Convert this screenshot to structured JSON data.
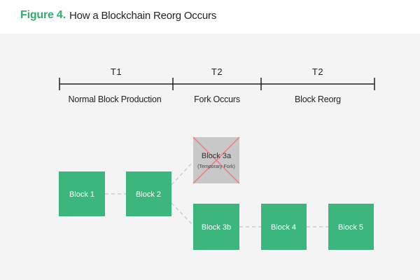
{
  "figure": {
    "label": "Figure 4.",
    "title": "How a Blockchain Reorg Occurs"
  },
  "timeline": {
    "phases": [
      {
        "name": "T1",
        "description": "Normal Block Production"
      },
      {
        "name": "T2",
        "description": "Fork Occurs"
      },
      {
        "name": "T2",
        "description": "Block Reorg"
      }
    ]
  },
  "blocks": {
    "b1": {
      "label": "Block 1"
    },
    "b2": {
      "label": "Block 2"
    },
    "b3a": {
      "label": "Block 3a",
      "note": "(Temporary Fork)"
    },
    "b3b": {
      "label": "Block 3b"
    },
    "b4": {
      "label": "Block 4"
    },
    "b5": {
      "label": "Block 5"
    }
  },
  "colors": {
    "accent": "#2fae6e",
    "block_fill": "#3bb77e",
    "orphan_fill": "#c8c8c8",
    "orphan_cross": "#f07d7d",
    "background": "#f4f4f4",
    "connector": "#cccccc"
  }
}
